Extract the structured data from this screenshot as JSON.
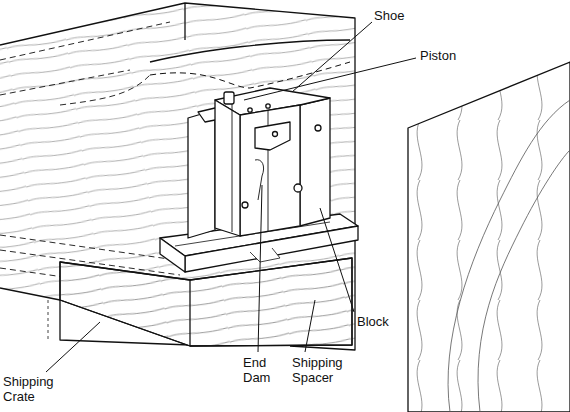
{
  "diagram": {
    "labels": [
      "Shoe",
      "Piston",
      "Block",
      "End Dam",
      "Shipping Spacer",
      "Shipping Crate"
    ]
  }
}
